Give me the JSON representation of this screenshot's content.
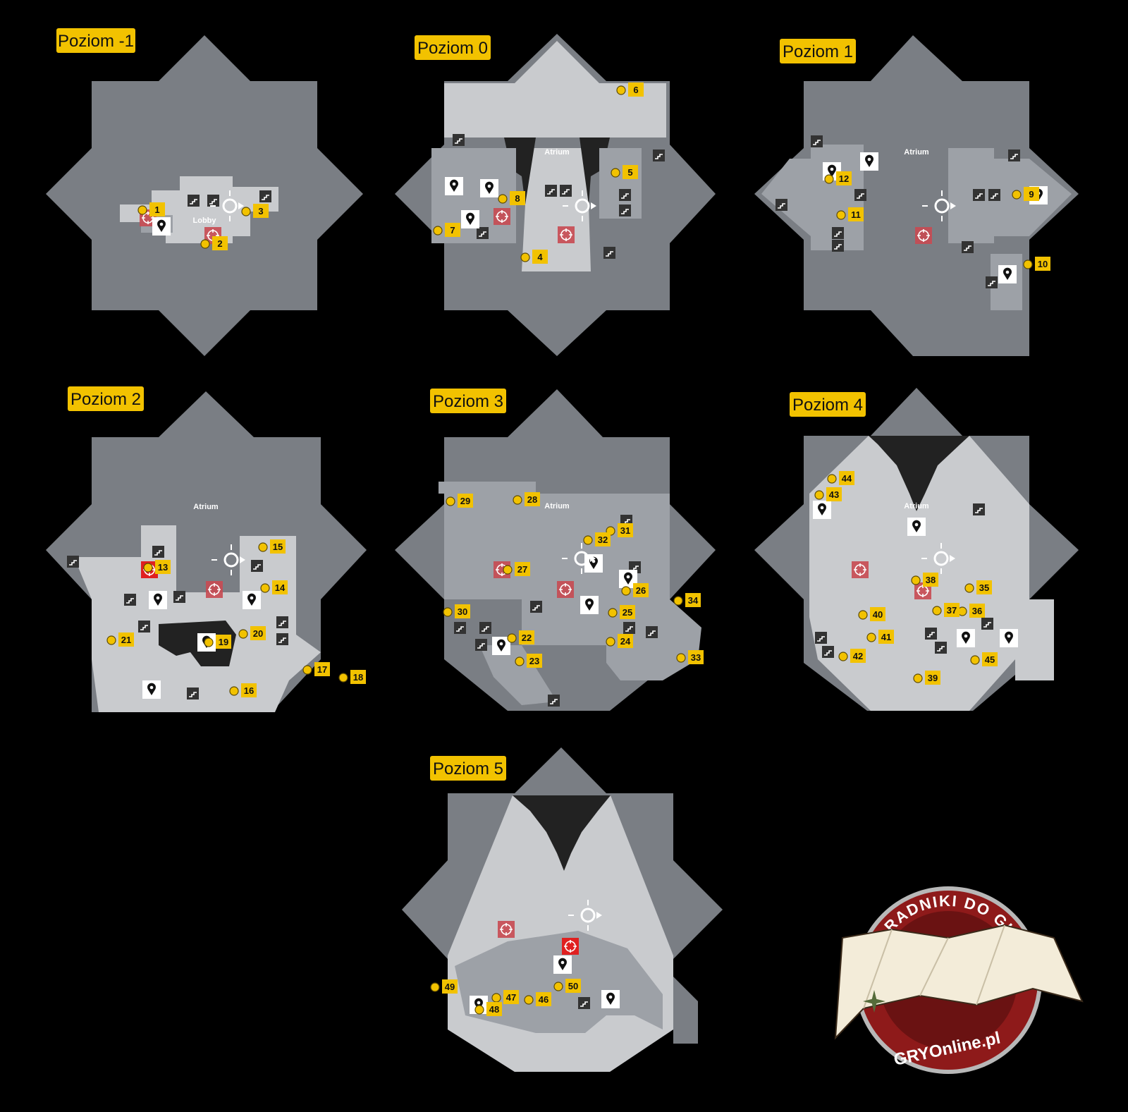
{
  "levels": [
    {
      "id": "L-1",
      "title": "Poziom -1",
      "areas": [
        "Lobby"
      ],
      "markers": [
        {
          "n": "1"
        },
        {
          "n": "2"
        },
        {
          "n": "3"
        }
      ]
    },
    {
      "id": "L0",
      "title": "Poziom 0",
      "areas": [
        "Atrium"
      ],
      "markers": [
        {
          "n": "4"
        },
        {
          "n": "5"
        },
        {
          "n": "6"
        },
        {
          "n": "7"
        },
        {
          "n": "8"
        }
      ]
    },
    {
      "id": "L1",
      "title": "Poziom 1",
      "areas": [
        "Atrium"
      ],
      "markers": [
        {
          "n": "9"
        },
        {
          "n": "10"
        },
        {
          "n": "11"
        },
        {
          "n": "12"
        }
      ]
    },
    {
      "id": "L2",
      "title": "Poziom 2",
      "areas": [
        "Atrium"
      ],
      "markers": [
        {
          "n": "13"
        },
        {
          "n": "14"
        },
        {
          "n": "15"
        },
        {
          "n": "16"
        },
        {
          "n": "17"
        },
        {
          "n": "18"
        },
        {
          "n": "19"
        },
        {
          "n": "20"
        },
        {
          "n": "21"
        }
      ]
    },
    {
      "id": "L3",
      "title": "Poziom 3",
      "areas": [
        "Atrium"
      ],
      "markers": [
        {
          "n": "22"
        },
        {
          "n": "23"
        },
        {
          "n": "24"
        },
        {
          "n": "25"
        },
        {
          "n": "26"
        },
        {
          "n": "27"
        },
        {
          "n": "28"
        },
        {
          "n": "29"
        },
        {
          "n": "30"
        },
        {
          "n": "31"
        },
        {
          "n": "32"
        },
        {
          "n": "33"
        },
        {
          "n": "34"
        }
      ]
    },
    {
      "id": "L4",
      "title": "Poziom 4",
      "areas": [
        "Atrium"
      ],
      "markers": [
        {
          "n": "35"
        },
        {
          "n": "36"
        },
        {
          "n": "37"
        },
        {
          "n": "38"
        },
        {
          "n": "39"
        },
        {
          "n": "40"
        },
        {
          "n": "41"
        },
        {
          "n": "42"
        },
        {
          "n": "43"
        },
        {
          "n": "44"
        },
        {
          "n": "45"
        }
      ]
    },
    {
      "id": "L5",
      "title": "Poziom 5",
      "areas": [],
      "markers": [
        {
          "n": "46"
        },
        {
          "n": "47"
        },
        {
          "n": "48"
        },
        {
          "n": "49"
        },
        {
          "n": "50"
        }
      ]
    }
  ],
  "logo": {
    "ring_text": "PORADNIKI DO GIER",
    "site_text": "GRYOnline.pl"
  },
  "colors": {
    "background": "#000000",
    "map_dark": "#7a7e84",
    "map_mid": "#9da1a7",
    "map_light": "#c9cbce",
    "marker_gold": "#f2c200",
    "title_badge": "#f2c200",
    "logo_red": "#8e1a1a",
    "logo_paper": "#f3ecd9"
  },
  "icons": [
    "collectible-dot-icon",
    "map-pin-icon",
    "stairs-icon",
    "target-icon",
    "compass-icon"
  ]
}
